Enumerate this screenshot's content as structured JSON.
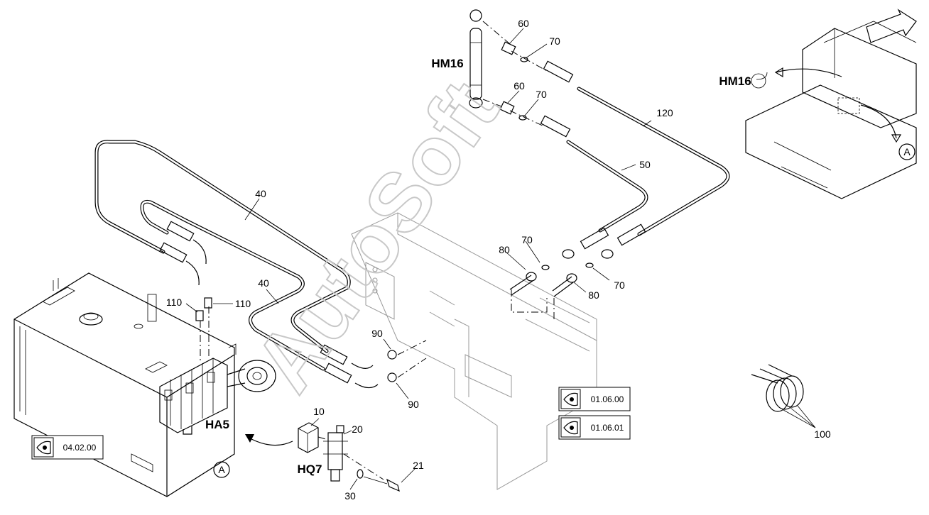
{
  "watermark": "AutoSoft",
  "callouts": {
    "c10": "10",
    "c20": "20",
    "c21": "21",
    "c30": "30",
    "c40a": "40",
    "c40b": "40",
    "c50": "50",
    "c60a": "60",
    "c60b": "60",
    "c70a": "70",
    "c70b": "70",
    "c70c": "70",
    "c70d": "70",
    "c80a": "80",
    "c80b": "80",
    "c90a": "90",
    "c90b": "90",
    "c100": "100",
    "c110a": "110",
    "c110b": "110",
    "c120": "120"
  },
  "labels": {
    "hm16_top": "HM16",
    "hm16_inset": "HM16",
    "ha5": "HA5",
    "hq7": "HQ7",
    "circle_a_inset": "A",
    "circle_a_tank": "A"
  },
  "references": {
    "ref_tank": "04.02.00",
    "ref_frame_1": "01.06.00",
    "ref_frame_2": "01.06.01"
  },
  "icons": {
    "eye": "eye-icon"
  }
}
